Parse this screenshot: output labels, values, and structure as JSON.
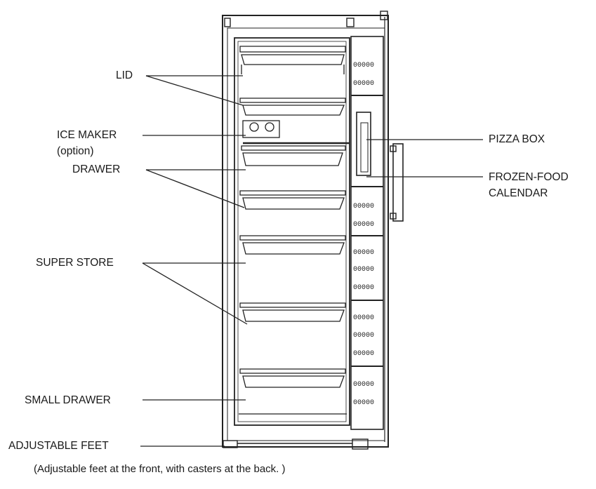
{
  "labels": {
    "lid": "LID",
    "ice_maker": "ICE MAKER",
    "ice_maker_option": "(option)",
    "drawer": "DRAWER",
    "super_store": "SUPER STORE",
    "small_drawer": "SMALL DRAWER",
    "adjustable_feet": "ADJUSTABLE FEET",
    "pizza_box": "PIZZA BOX",
    "frozen_food_line1": "FROZEN-FOOD",
    "frozen_food_line2": "CALENDAR"
  },
  "footnote": "(Adjustable feet at the front, with casters at the back. )",
  "door_rack_glyph": "00000"
}
